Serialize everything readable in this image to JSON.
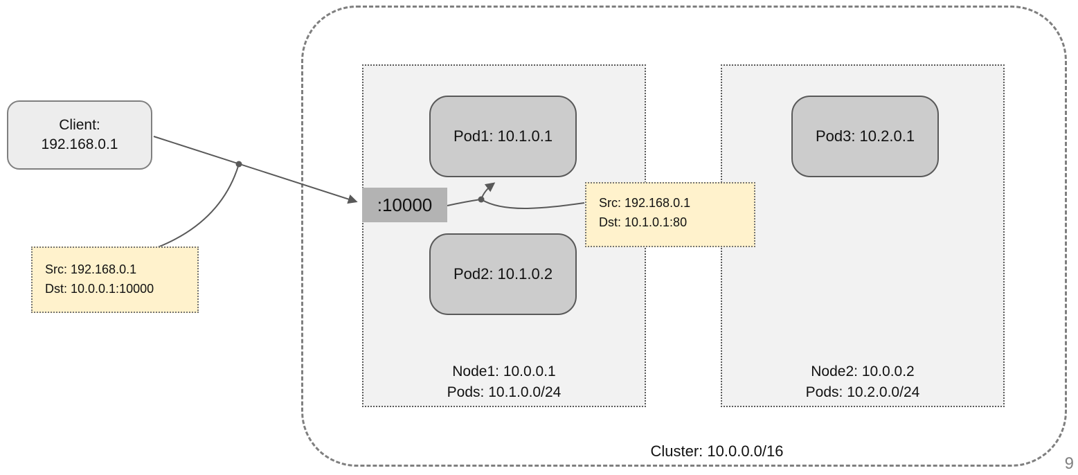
{
  "page": {
    "number": "9"
  },
  "client": {
    "line1": "Client:",
    "line2": "192.168.0.1"
  },
  "cluster": {
    "label": "Cluster: 10.0.0.0/16"
  },
  "nodes": [
    {
      "label_line1": "Node1: 10.0.0.1",
      "label_line2": "Pods: 10.1.0.0/24",
      "pods": [
        {
          "label": "Pod1: 10.1.0.1"
        },
        {
          "label": "Pod2: 10.1.0.2"
        }
      ]
    },
    {
      "label_line1": "Node2: 10.0.0.2",
      "label_line2": "Pods: 10.2.0.0/24",
      "pods": [
        {
          "label": "Pod3: 10.2.0.1"
        }
      ]
    }
  ],
  "port_label": ":10000",
  "packets": [
    {
      "line1": "Src: 192.168.0.1",
      "line2": "Dst: 10.0.0.1:10000"
    },
    {
      "line1": "Src: 192.168.0.1",
      "line2": "Dst: 10.1.0.1:80"
    }
  ],
  "colors": {
    "connector_line": "#595959",
    "packet_fill": "#fff2cc",
    "pod_fill": "#cccccc",
    "node_fill": "#f2f2f2",
    "client_fill": "#ededed",
    "port_badge_fill": "#b3b3b3",
    "boundary_gray": "#7f7f7f",
    "page_number_gray": "#808080"
  }
}
